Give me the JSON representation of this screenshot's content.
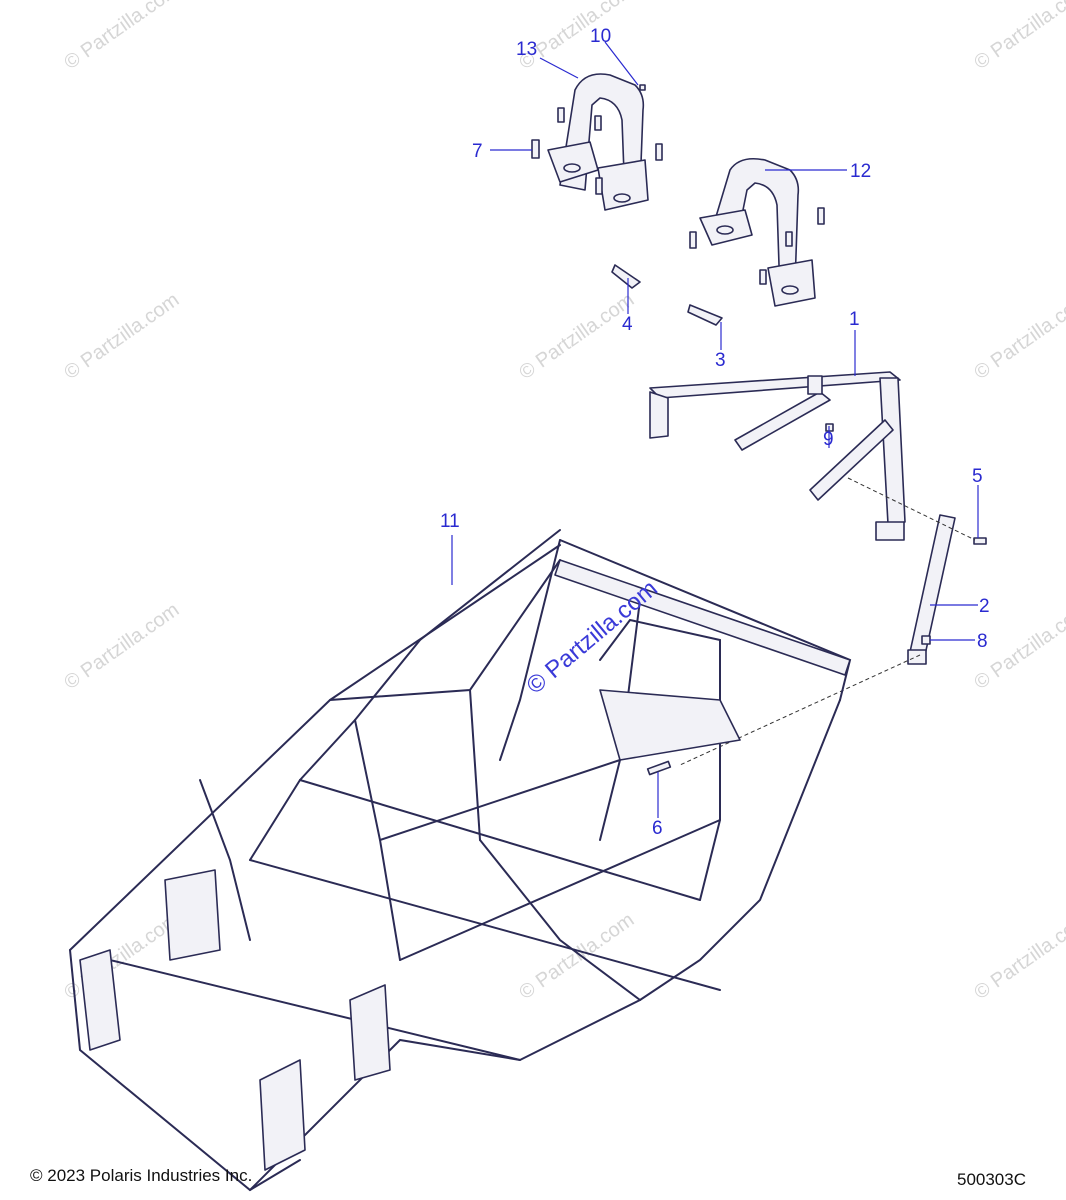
{
  "callouts": {
    "c1": "1",
    "c2": "2",
    "c3": "3",
    "c4": "4",
    "c5": "5",
    "c6": "6",
    "c7": "7",
    "c8": "8",
    "c9": "9",
    "c10": "10",
    "c11": "11",
    "c12": "12",
    "c13": "13"
  },
  "watermarks": {
    "small": "© Partzilla.com",
    "center": "© Partzilla.com"
  },
  "footer": {
    "copyright": "© 2023 Polaris Industries Inc.",
    "drawing_number": "500303C"
  },
  "colors": {
    "callout": "#2a2ad0",
    "line_art": "#2b2b55",
    "watermark": "#d6d6d6"
  }
}
